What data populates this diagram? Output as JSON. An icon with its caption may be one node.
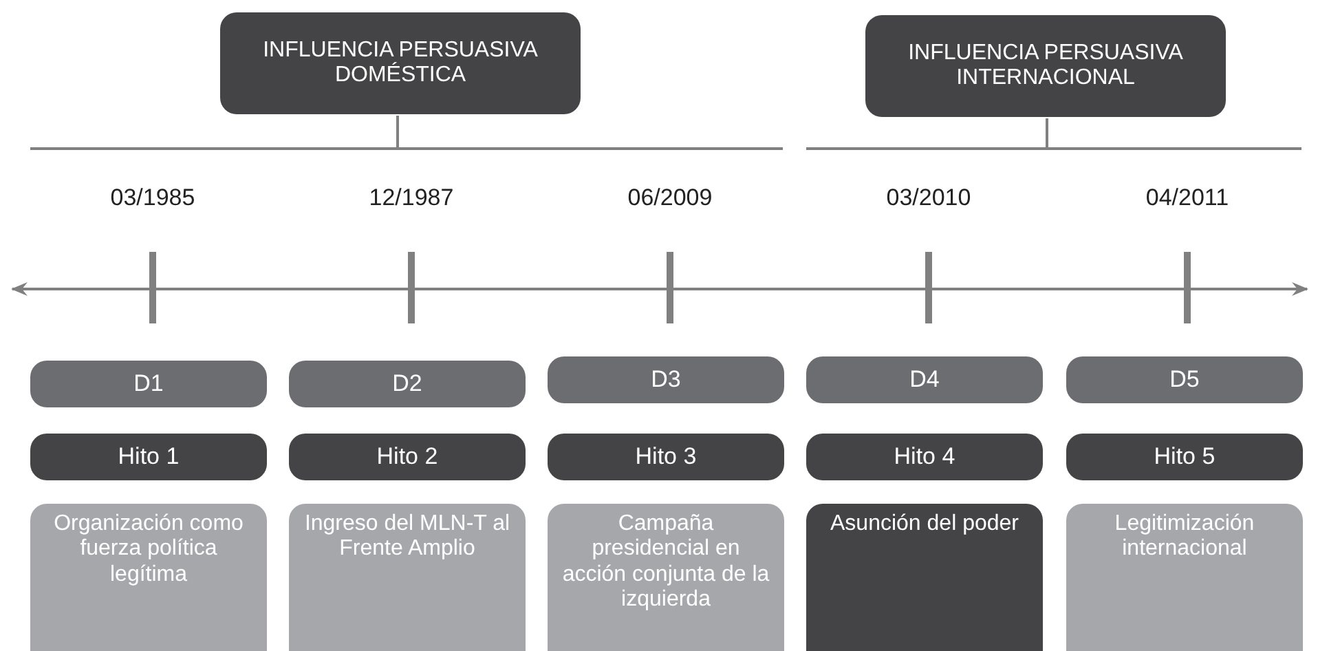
{
  "diagram": {
    "nodes": [
      {
        "text": [
          "INFLUENCIA PERSUASIVA DOMÉSTICA"
        ]
      },
      {
        "text": [
          "INFLUENCIA PERSUASIVA INTERNACIONAL"
        ]
      },
      {
        "text": [
          "D1"
        ]
      },
      {
        "text": [
          "D2"
        ]
      },
      {
        "text": [
          "D3"
        ]
      },
      {
        "text": [
          "D4"
        ]
      },
      {
        "text": [
          "D5"
        ]
      },
      {
        "text": [
          "Hito 1"
        ]
      },
      {
        "text": [
          "Hito 2"
        ]
      },
      {
        "text": [
          "Hito 3"
        ]
      },
      {
        "text": [
          "Hito 4"
        ]
      },
      {
        "text": [
          "Hito 5"
        ]
      },
      {
        "text": [
          "Organización como fuerza política legítima"
        ]
      },
      {
        "text": [
          "Ingreso del MLN-T al Frente Amplio"
        ]
      },
      {
        "text": [
          "Campaña presidencial en acción conjunta de la izquierda"
        ]
      },
      {
        "text": [
          "Asunción del poder"
        ]
      },
      {
        "text": [
          "Legitimización internacional"
        ]
      }
    ],
    "labels": [
      "03/1985",
      "12/1987",
      "06/2009",
      "03/2010",
      "04/2011"
    ]
  }
}
